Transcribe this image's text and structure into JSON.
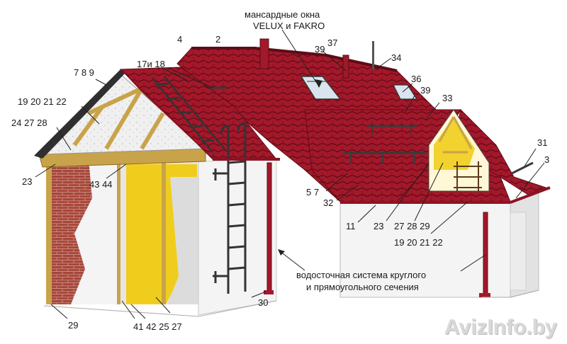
{
  "labels": {
    "l_2": "2",
    "l_4": "4",
    "l_velux_1": "мансардные окна",
    "l_velux_2": "VELUX и FAKRO",
    "l_37": "37",
    "l_39a": "39",
    "l_34": "34",
    "l_789": "7 8 9",
    "l_17_18": "17и 18",
    "l_36": "36",
    "l_39b": "39",
    "l_33": "33",
    "l_19_22a": "19 20 21 22",
    "l_24_27_28": "24 27 28",
    "l_31": "31",
    "l_3": "3",
    "l_23a": "23",
    "l_43_44": "43 44",
    "l_5_7": "5 7",
    "l_32": "32",
    "l_11": "11",
    "l_23b": "23",
    "l_27_28_29": "27 28 29",
    "l_19_22b": "19 20 21 22",
    "l_drain_1": "водосточная система круглого",
    "l_drain_2": "и прямоугольного сечения",
    "l_30": "30",
    "l_29": "29",
    "l_41_42_25_27": "41 42 25 27"
  },
  "watermark": "AvizInfo.by",
  "colors": {
    "roof": "#a3182a",
    "roof_dark": "#6e0f1b",
    "brick": "#a64639",
    "insulation": "#f0cd1c",
    "wood": "#c9a34a",
    "wall": "#f2f2f2",
    "metal": "#3a3a3a"
  }
}
